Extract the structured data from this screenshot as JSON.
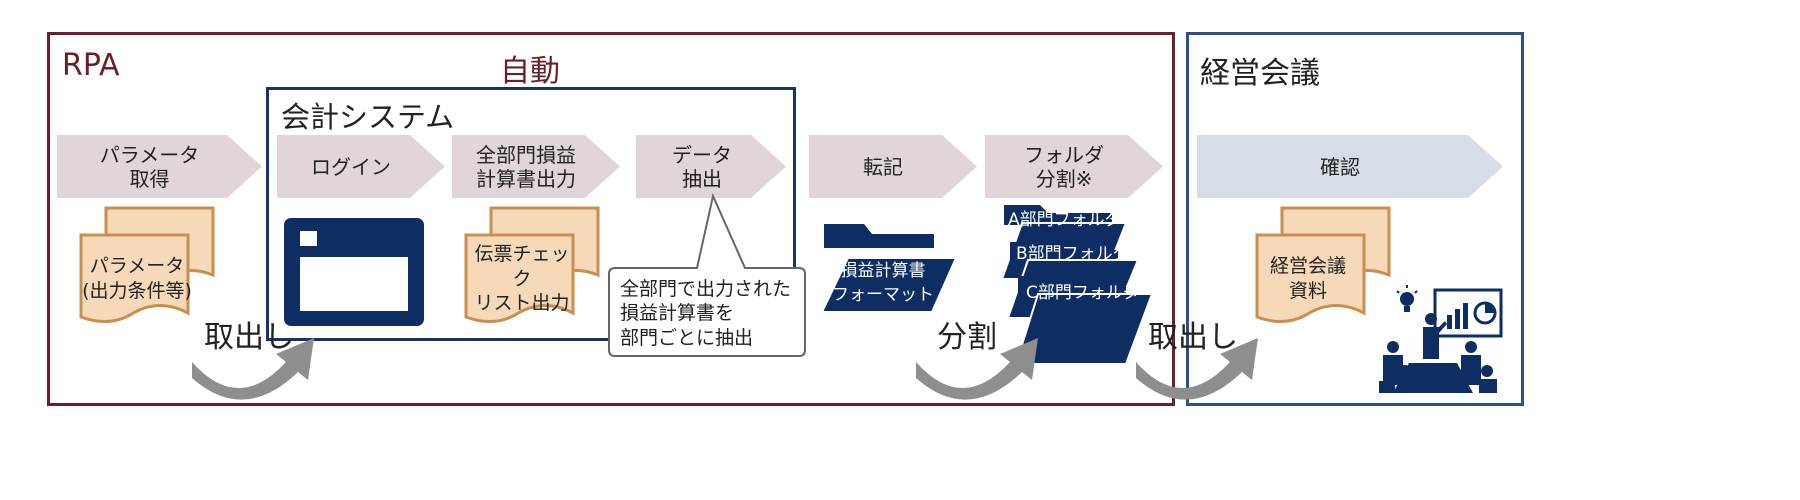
{
  "colors": {
    "rpa_border": "#6b1f2a",
    "meeting_border": "#2f4f86",
    "system_border": "#1a3366",
    "chevron_rpa": "#e0d6d9",
    "chevron_meeting": "#d6dde6",
    "doc_fill": "#f5d9b8",
    "doc_stroke": "#c8904f",
    "navy": "#0e2d63",
    "gray_arrow": "#8e8e8e"
  },
  "frames": {
    "rpa_label": "RPA",
    "auto_label": "自動",
    "system_label": "会計システム",
    "meeting_label": "経営会議"
  },
  "steps": [
    {
      "id": "param",
      "label": "パラメータ\n取得"
    },
    {
      "id": "login",
      "label": "ログイン"
    },
    {
      "id": "output",
      "label": "全部門損益\n計算書出力"
    },
    {
      "id": "extract",
      "label": "データ\n抽出"
    },
    {
      "id": "transfer",
      "label": "転記"
    },
    {
      "id": "split",
      "label": "フォルダ\n分割※"
    },
    {
      "id": "confirm",
      "label": "確認"
    }
  ],
  "documents": {
    "param_doc": "パラメータ\n(出力条件等)",
    "voucher_doc": "伝票チェック\nリスト出力",
    "meeting_doc": "経営会議\n資料"
  },
  "callout": "全部門で出力された\n損益計算書を\n部門ごとに抽出",
  "format_folder": "損益計算書\nフォーマット",
  "folders": [
    "A部門フォルダ",
    "B部門フォルダ",
    "C部門フォルダ"
  ],
  "arrows": {
    "take_out_1": "取出し",
    "split": "分割",
    "take_out_2": "取出し"
  },
  "icons": {
    "window": "app-window-icon",
    "folder": "folder-icon",
    "presentation": "presentation-meeting-icon",
    "arrow": "curved-arrow-icon"
  }
}
